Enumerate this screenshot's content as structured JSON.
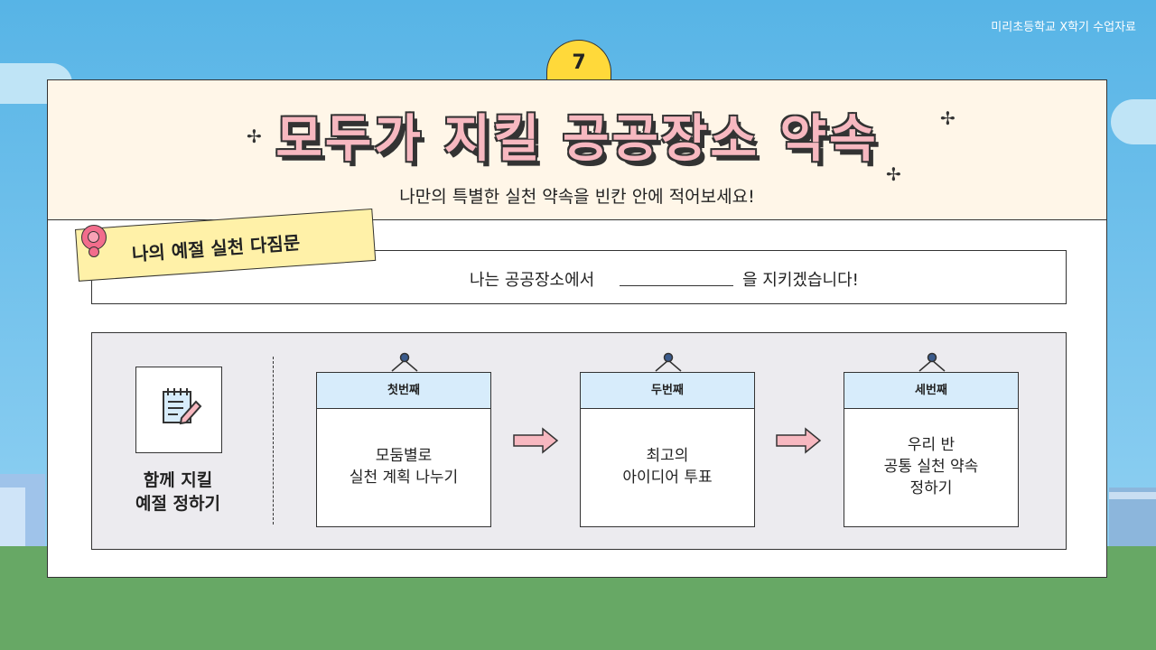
{
  "corner_text": "미리초등학교 X학기 수업자료",
  "badge_number": "7",
  "title": "모두가 지킬 공공장소 약속",
  "subtitle": "나만의 특별한 실천 약속을 빈칸 안에 적어보세요!",
  "pledge": {
    "tag_label": "나의 예절 실천 다짐문",
    "prefix": "나는 공공장소에서",
    "suffix": "을 지키겠습니다!"
  },
  "activity": {
    "label_line1": "함께 지킬",
    "label_line2": "예절 정하기",
    "steps": [
      {
        "header": "첫번째",
        "line1": "모둠별로",
        "line2": "실천 계획 나누기",
        "line3": ""
      },
      {
        "header": "두번째",
        "line1": "최고의",
        "line2": "아이디어 투표",
        "line3": ""
      },
      {
        "header": "세번째",
        "line1": "우리 반",
        "line2": "공통 실천 약속",
        "line3": "정하기"
      }
    ]
  },
  "colors": {
    "sky": "#57b4e6",
    "ground": "#67a865",
    "header_bg": "#fff6e8",
    "title_pink": "#f7b8c0",
    "badge_yellow": "#ffd93a",
    "tag_yellow": "#fff1a8",
    "step_header_blue": "#d7ecfb",
    "arrow_pink": "#f7b8c0",
    "activity_bg": "#ecebef"
  },
  "icons": [
    "notepad-pencil-icon",
    "pushpin-icon",
    "sparkle-icon",
    "right-arrow-icon"
  ]
}
